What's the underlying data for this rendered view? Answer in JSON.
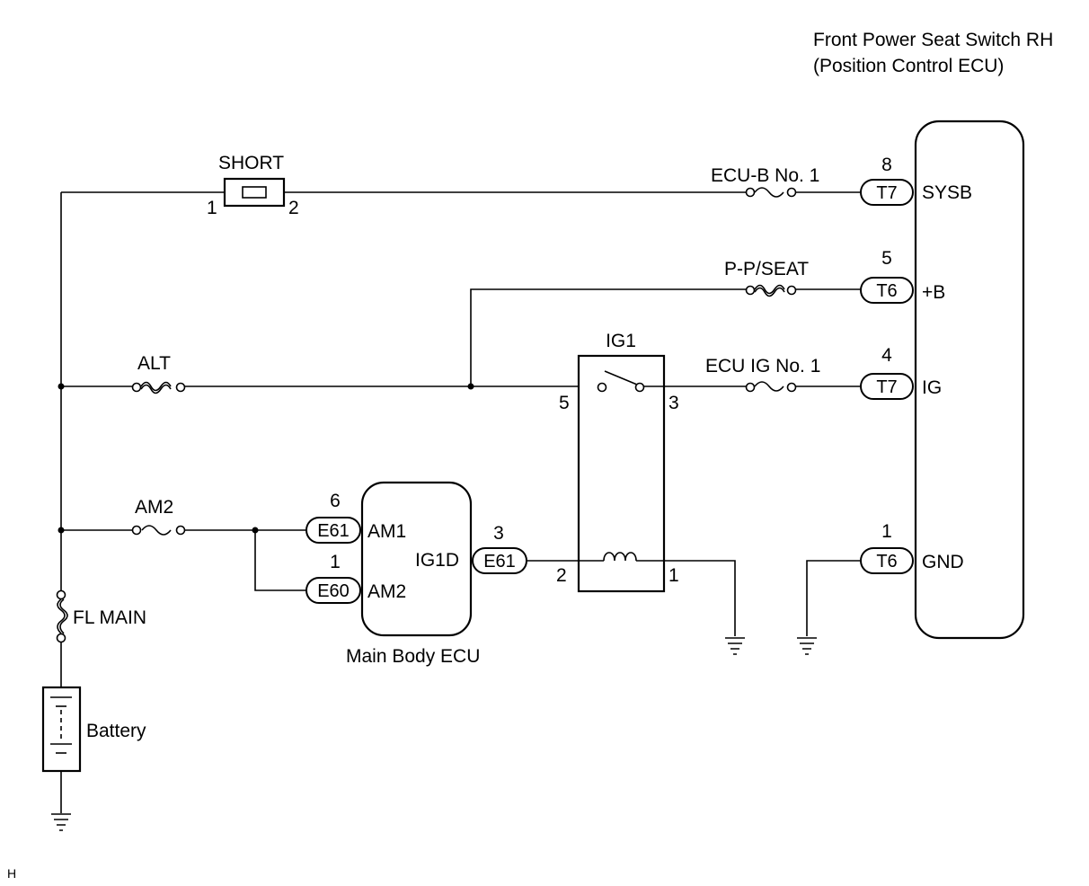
{
  "ecu_title_line1": "Front Power Seat Switch RH",
  "ecu_title_line2": "(Position Control ECU)",
  "short_label": "SHORT",
  "short_pin_left": "1",
  "short_pin_right": "2",
  "fuses": {
    "ecu_b": "ECU-B No. 1",
    "pp_seat": "P-P/SEAT",
    "alt": "ALT",
    "ecu_ig": "ECU IG No. 1",
    "am2": "AM2",
    "fl_main": "FL MAIN"
  },
  "relay": {
    "label": "IG1",
    "pin5": "5",
    "pin3": "3",
    "pin2": "2",
    "pin1": "1"
  },
  "ecu_pins": {
    "sysb": {
      "num": "8",
      "conn": "T7",
      "name": "SYSB"
    },
    "b": {
      "num": "5",
      "conn": "T6",
      "name": "+B"
    },
    "ig": {
      "num": "4",
      "conn": "T7",
      "name": "IG"
    },
    "gnd": {
      "num": "1",
      "conn": "T6",
      "name": "GND"
    }
  },
  "main_body_ecu": {
    "label": "Main Body ECU",
    "am1": {
      "num": "6",
      "conn": "E61",
      "name": "AM1"
    },
    "am2": {
      "num": "1",
      "conn": "E60",
      "name": "AM2"
    },
    "ig1d": {
      "num": "3",
      "conn": "E61",
      "name": "IG1D"
    }
  },
  "battery_label": "Battery",
  "corner_mark": "H"
}
